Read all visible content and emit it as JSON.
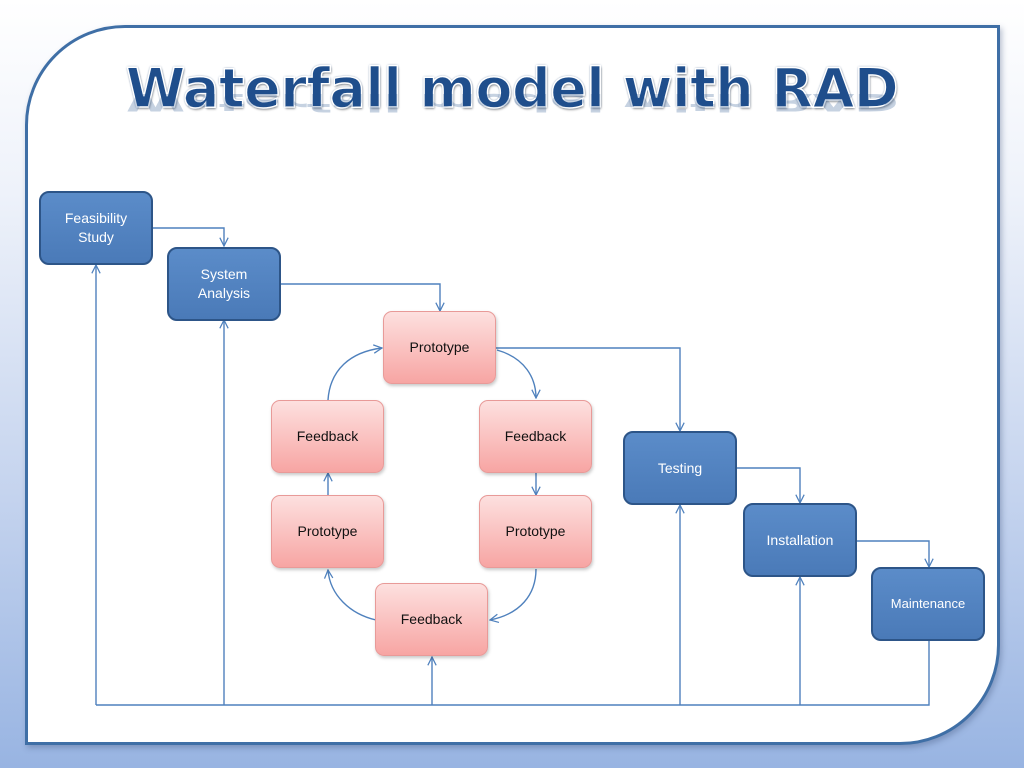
{
  "title": "Waterfall model with RAD",
  "waterfall": {
    "feasibility_line1": "Feasibility",
    "feasibility_line2": "Study",
    "system_line1": "System",
    "system_line2": "Analysis",
    "testing": "Testing",
    "installation": "Installation",
    "maintenance": "Maintenance"
  },
  "rad_cycle": {
    "prototype_top": "Prototype",
    "feedback_left": "Feedback",
    "feedback_right": "Feedback",
    "prototype_left": "Prototype",
    "prototype_right": "Prototype",
    "feedback_bottom": "Feedback"
  },
  "colors": {
    "stage_fill": "#4f81bd",
    "stage_border": "#2d5588",
    "prototype_fill": "#f9b8b6",
    "connector": "#4f81bd",
    "title": "#1f4e8c"
  }
}
